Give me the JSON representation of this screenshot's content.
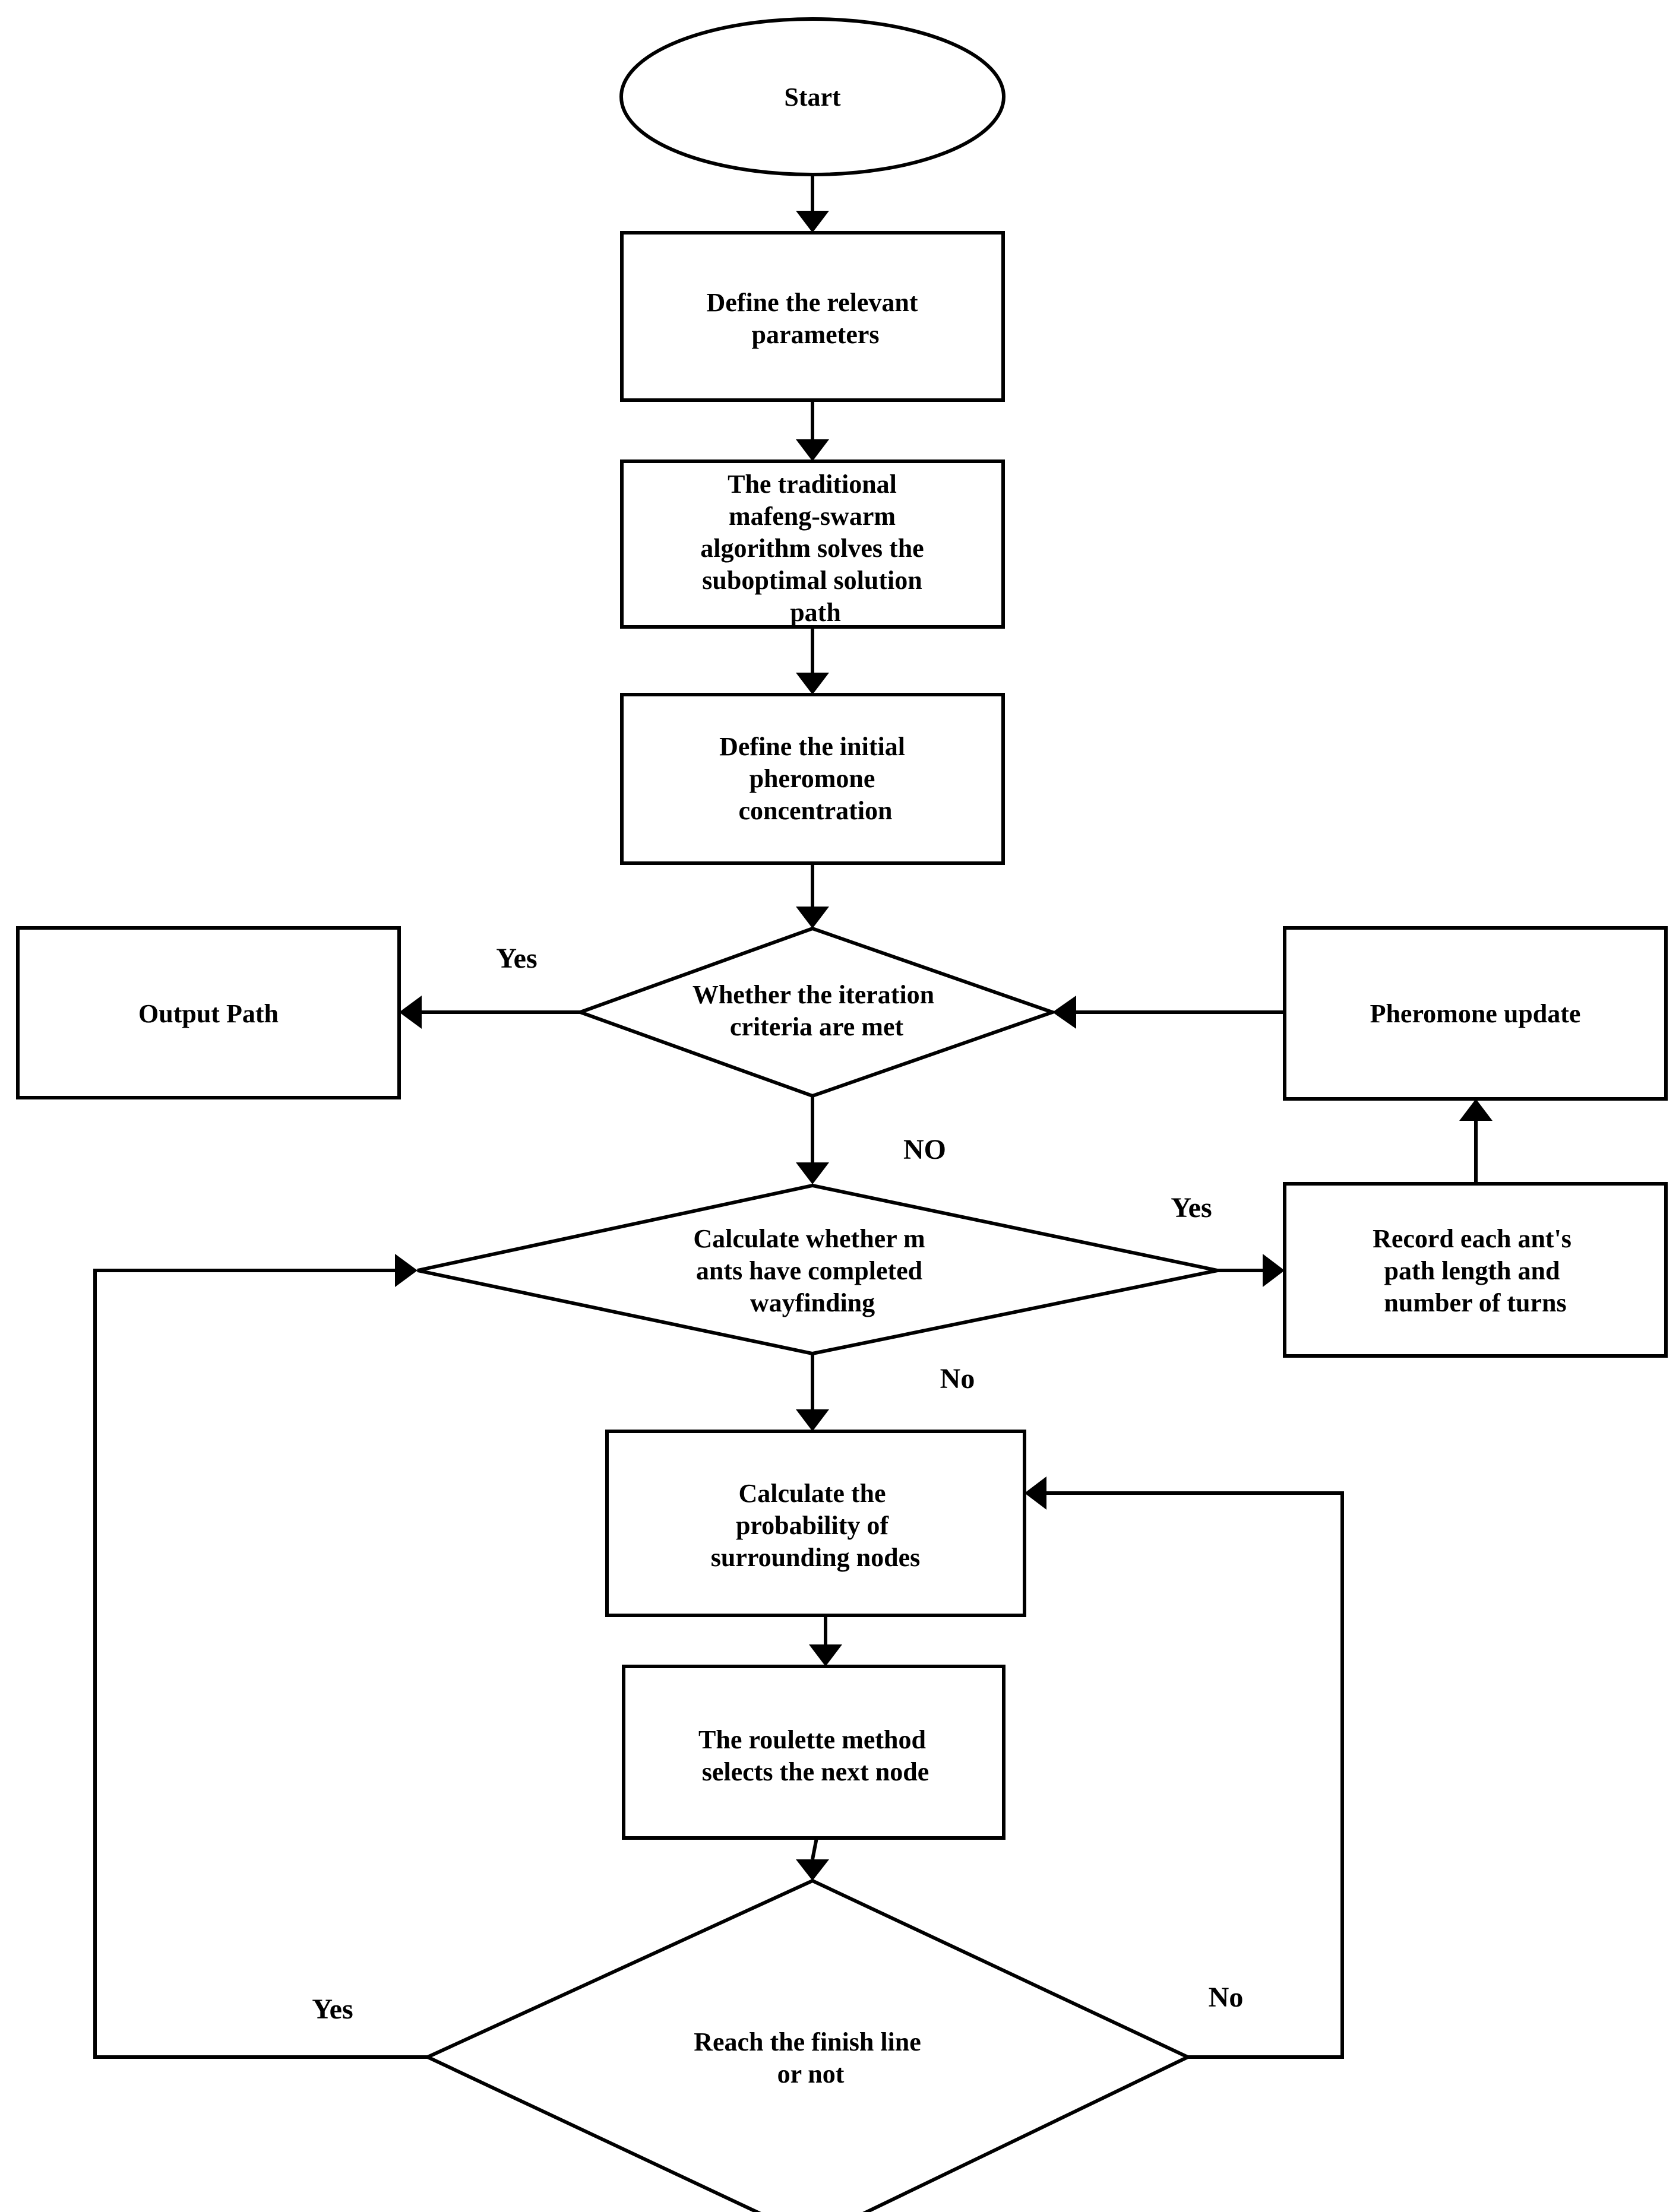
{
  "nodes": {
    "start": [
      "Start"
    ],
    "define_params": [
      "Define the relevant",
      "parameters"
    ],
    "traditional_algo": [
      "The traditional",
      "mafeng-swarm",
      "algorithm solves the",
      "suboptimal solution",
      "path"
    ],
    "define_pheromone": [
      "Define the initial",
      "pheromone",
      "concentration"
    ],
    "iteration_check": [
      "Whether the iteration",
      "criteria are met"
    ],
    "output_path": [
      "Output Path"
    ],
    "pheromone_update": [
      "Pheromone update"
    ],
    "ants_check": [
      "Calculate whether m",
      "ants have completed",
      "wayfinding"
    ],
    "record_ants": [
      "Record each ant's",
      "path length and",
      "number of turns"
    ],
    "calc_probability": [
      "Calculate the",
      "probability of",
      "surrounding nodes"
    ],
    "roulette": [
      "The roulette method",
      "selects the next node"
    ],
    "finish_check": [
      "Reach the finish line",
      "or not"
    ]
  },
  "edge_labels": {
    "iteration_yes": "Yes",
    "iteration_no": "NO",
    "ants_yes": "Yes",
    "ants_no": "No",
    "finish_yes": "Yes",
    "finish_no": "No"
  }
}
